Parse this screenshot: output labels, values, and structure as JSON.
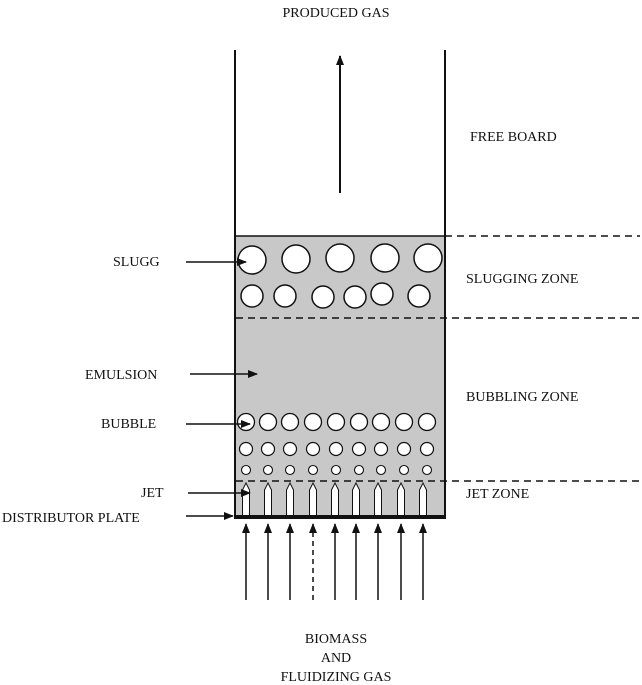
{
  "top_label": "PRODUCED GAS",
  "zones": {
    "freeboard": "FREE BOARD",
    "slugging": "SLUGGING ZONE",
    "bubbling": "BUBBLING ZONE",
    "jet": "JET ZONE"
  },
  "callouts": {
    "slugg": "SLUGG",
    "emulsion": "EMULSION",
    "bubble": "BUBBLE",
    "jet": "JET",
    "distributor_plate": "DISTRIBUTOR PLATE"
  },
  "bottom_label": {
    "line1": "BIOMASS",
    "line2": "AND",
    "line3": "FLUIDIZING GAS"
  },
  "colors": {
    "bed": "#c8c8c8",
    "ink": "#111111",
    "bubble_fill": "#ffffff"
  }
}
